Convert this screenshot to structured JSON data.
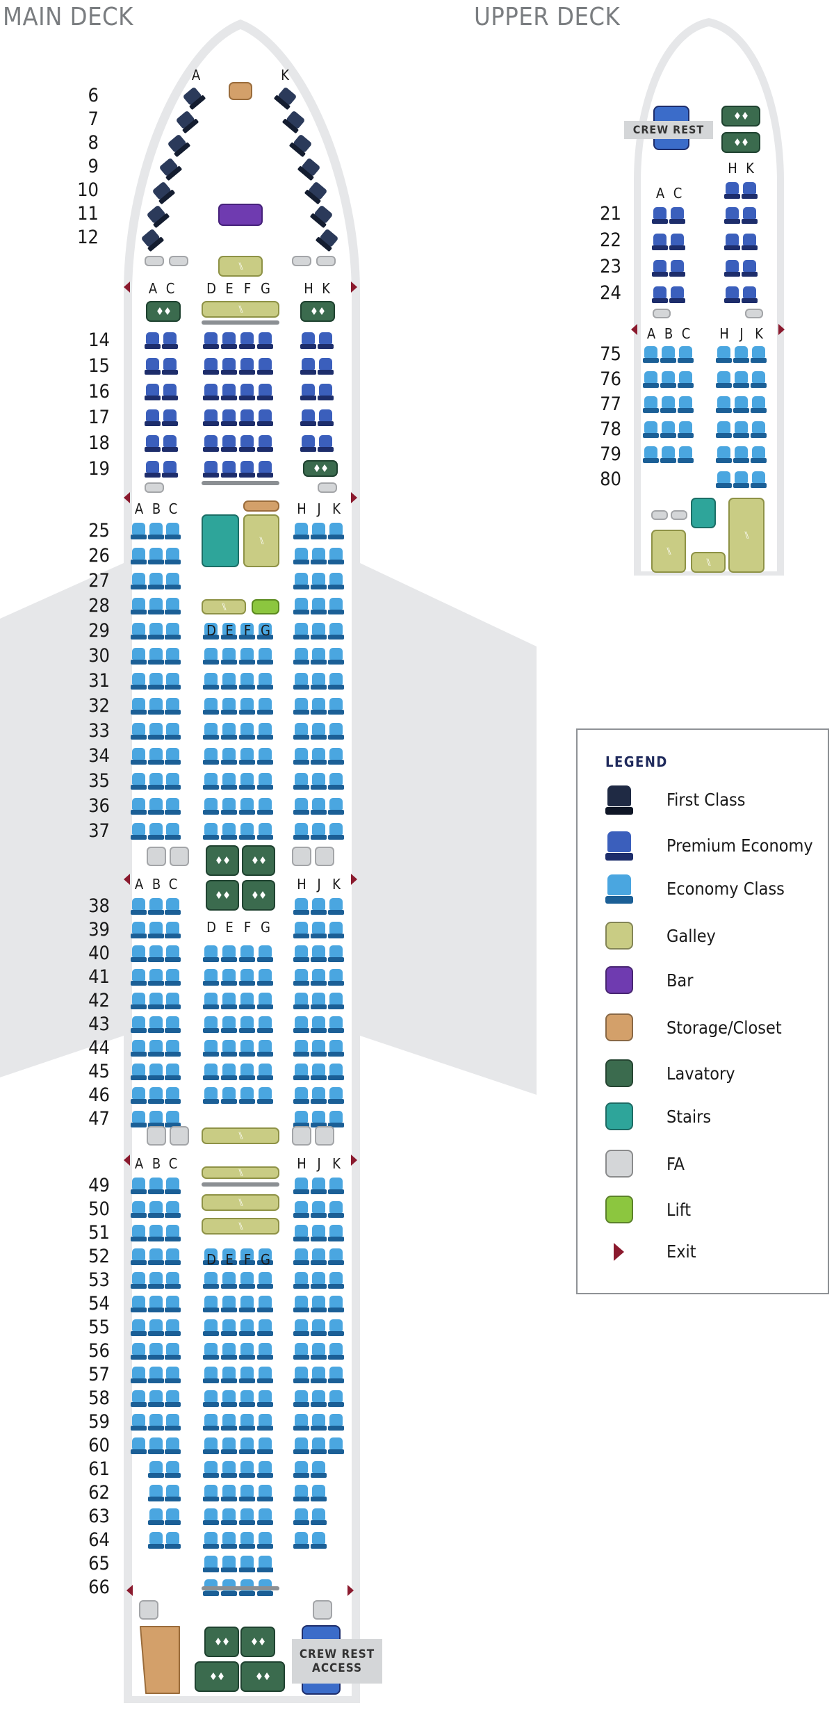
{
  "decks": {
    "main_title": "MAIN DECK",
    "upper_title": "UPPER DECK"
  },
  "main_deck": {
    "first_class": {
      "letters": [
        "A",
        "K"
      ],
      "rows": [
        "6",
        "7",
        "8",
        "9",
        "10",
        "11",
        "12"
      ]
    },
    "premium_economy": {
      "letters_left": [
        "A",
        "C"
      ],
      "letters_center": [
        "D",
        "E",
        "F",
        "G"
      ],
      "letters_right": [
        "H",
        "K"
      ],
      "rows": [
        "14",
        "15",
        "16",
        "17",
        "18",
        "19"
      ]
    },
    "economy_cabin_1": {
      "letters_left": [
        "A",
        "B",
        "C"
      ],
      "letters_center": [
        "D",
        "E",
        "F",
        "G"
      ],
      "letters_right": [
        "H",
        "J",
        "K"
      ],
      "rows": [
        "25",
        "26",
        "27",
        "28",
        "29",
        "30",
        "31",
        "32",
        "33",
        "34",
        "35",
        "36",
        "37"
      ]
    },
    "economy_cabin_2": {
      "letters_left": [
        "A",
        "B",
        "C"
      ],
      "letters_center": [
        "D",
        "E",
        "F",
        "G"
      ],
      "letters_right": [
        "H",
        "J",
        "K"
      ],
      "rows": [
        "38",
        "39",
        "40",
        "41",
        "42",
        "43",
        "44",
        "45",
        "46",
        "47"
      ]
    },
    "economy_cabin_3": {
      "letters_left": [
        "A",
        "B",
        "C"
      ],
      "letters_center": [
        "D",
        "E",
        "F",
        "G"
      ],
      "letters_right": [
        "H",
        "J",
        "K"
      ],
      "rows": [
        "49",
        "50",
        "51",
        "52",
        "53",
        "54",
        "55",
        "56",
        "57",
        "58",
        "59",
        "60",
        "61",
        "62",
        "63",
        "64",
        "65",
        "66"
      ]
    },
    "crew_rest_access_label_1": "CREW REST",
    "crew_rest_access_label_2": "ACCESS"
  },
  "upper_deck": {
    "crew_rest_label": "CREW REST",
    "premium_economy": {
      "letters_left": [
        "A",
        "C"
      ],
      "letters_right": [
        "H",
        "K"
      ],
      "rows": [
        "21",
        "22",
        "23",
        "24"
      ]
    },
    "economy": {
      "letters_left": [
        "A",
        "B",
        "C"
      ],
      "letters_right": [
        "H",
        "J",
        "K"
      ],
      "rows": [
        "75",
        "76",
        "77",
        "78",
        "79",
        "80"
      ]
    }
  },
  "legend": {
    "title": "LEGEND",
    "items": [
      {
        "label": "First Class",
        "icon": "first-class-seat-icon",
        "color": "#1f2a44"
      },
      {
        "label": "Premium Economy",
        "icon": "premium-economy-seat-icon",
        "color": "#3b5fbc"
      },
      {
        "label": "Economy Class",
        "icon": "economy-seat-icon",
        "color": "#4aa6e0"
      },
      {
        "label": "Galley",
        "icon": "galley-icon",
        "color": "#c9cc84"
      },
      {
        "label": "Bar",
        "icon": "bar-icon",
        "color": "#6f3bb0"
      },
      {
        "label": "Storage/Closet",
        "icon": "storage-icon",
        "color": "#d3a06a"
      },
      {
        "label": "Lavatory",
        "icon": "lavatory-icon",
        "color": "#3b6b4e"
      },
      {
        "label": "Stairs",
        "icon": "stairs-icon",
        "color": "#2ea59a"
      },
      {
        "label": "FA",
        "icon": "flight-attendant-seat-icon",
        "color": "#d4d6d8"
      },
      {
        "label": "Lift",
        "icon": "lift-icon",
        "color": "#8cc63f"
      },
      {
        "label": "Exit",
        "icon": "exit-icon",
        "color": "#8b1a2e"
      }
    ]
  }
}
